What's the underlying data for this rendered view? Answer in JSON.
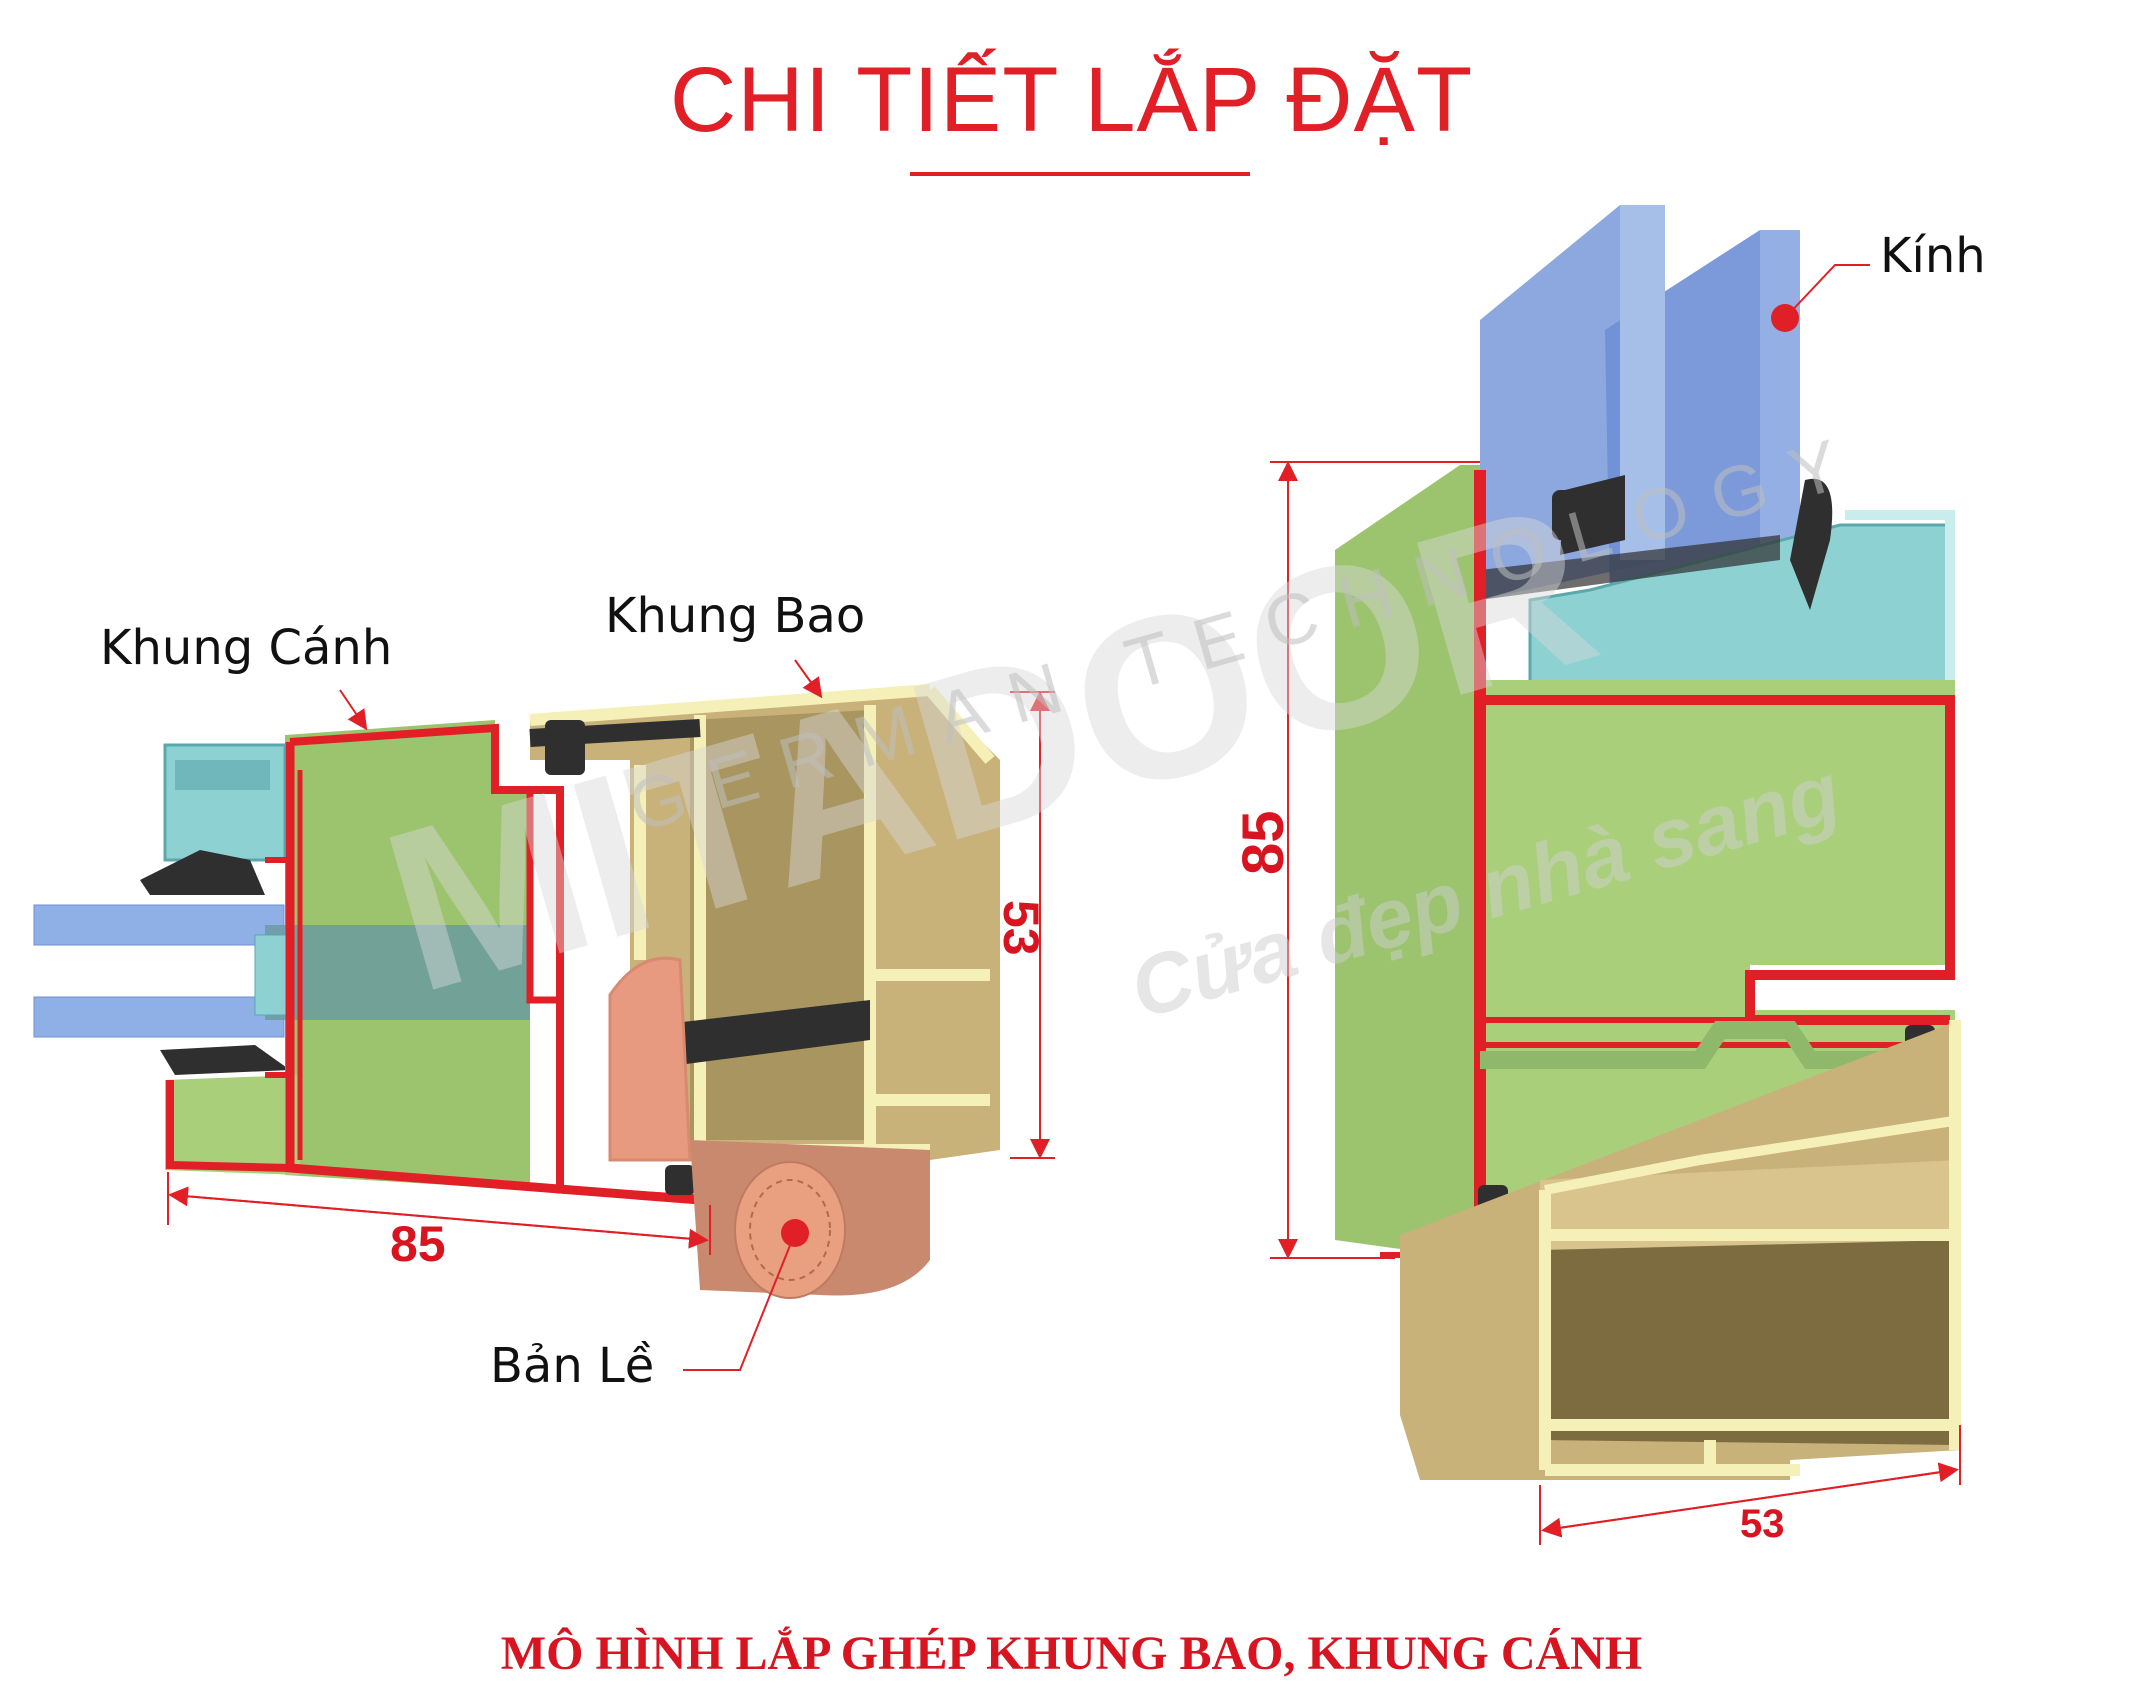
{
  "title": "CHI TIẾT LẮP ĐẶT",
  "caption": "MÔ HÌNH LẮP GHÉP KHUNG BAO, KHUNG CÁNH",
  "labels": {
    "khung_canh": "Khung Cánh",
    "khung_bao": "Khung Bao",
    "ban_le": "Bản Lề",
    "kinh": "Kính"
  },
  "dimensions": {
    "left_width": "85",
    "left_height": "53",
    "right_height": "85",
    "right_width": "53"
  },
  "watermark": {
    "brand": "MITADOOR",
    "tagline": "GERMAN TECHNOLOGY",
    "slogan": "Cửa đẹp nhà sang"
  },
  "colors": {
    "accent": "#e11f26",
    "profile_green": "#9cc46e",
    "frame_tan": "#c8b27a",
    "frame_light": "#f4f0b8",
    "glass": "#7f9fdc",
    "bead_teal": "#8ed1d3",
    "gasket": "#333333",
    "hinge": "#e89a80"
  }
}
